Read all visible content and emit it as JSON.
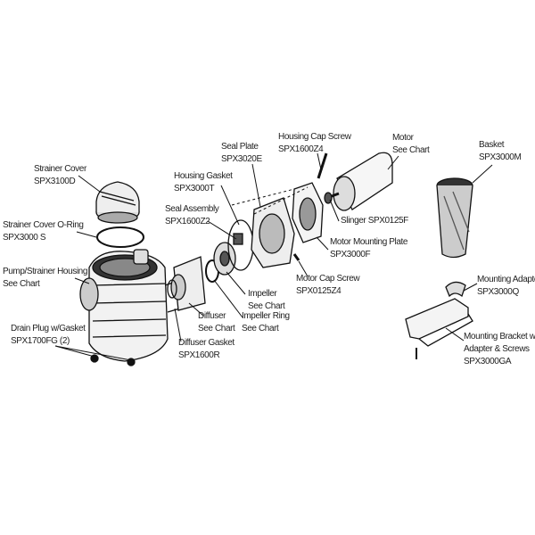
{
  "labels": {
    "housing_cap_screw": {
      "name": "Housing Cap Screw",
      "part": "SPX1600Z4"
    },
    "motor": {
      "name": "Motor",
      "part": "See Chart"
    },
    "basket": {
      "name": "Basket",
      "part": "SPX3000M"
    },
    "seal_plate": {
      "name": "Seal Plate",
      "part": "SPX3020E"
    },
    "strainer_cover": {
      "name": "Strainer Cover",
      "part": "SPX3100D"
    },
    "housing_gasket": {
      "name": "Housing Gasket",
      "part": "SPX3000T"
    },
    "seal_assembly": {
      "name": "Seal Assembly",
      "part": "SPX1600Z2"
    },
    "strainer_cover_oring": {
      "name": "Strainer Cover O-Ring",
      "part": "SPX3000 S"
    },
    "slinger": {
      "name": "Slinger SPX0125F"
    },
    "motor_mounting_plate": {
      "name": "Motor Mounting Plate",
      "part": "SPX3000F"
    },
    "pump_strainer_housing": {
      "name": "Pump/Strainer Housing",
      "part": "See Chart"
    },
    "motor_cap_screw": {
      "name": "Motor Cap Screw",
      "part": "SPX0125Z4"
    },
    "mounting_adapter": {
      "name": "Mounting Adapter",
      "part": "SPX3000Q"
    },
    "impeller": {
      "name": "Impeller",
      "part": "See Chart"
    },
    "diffuser": {
      "name": "Diffuser",
      "part": "See Chart"
    },
    "impeller_ring": {
      "name": "Impeller Ring",
      "part": "See Chart"
    },
    "drain_plug": {
      "name": "Drain Plug w/Gasket",
      "part": "SPX1700FG (2)"
    },
    "mounting_bracket": {
      "name": "Mounting Bracket with",
      "name2": "Adapter & Screws",
      "part": "SPX3000GA"
    },
    "diffuser_gasket": {
      "name": "Diffuser Gasket",
      "part": "SPX1600R"
    }
  }
}
